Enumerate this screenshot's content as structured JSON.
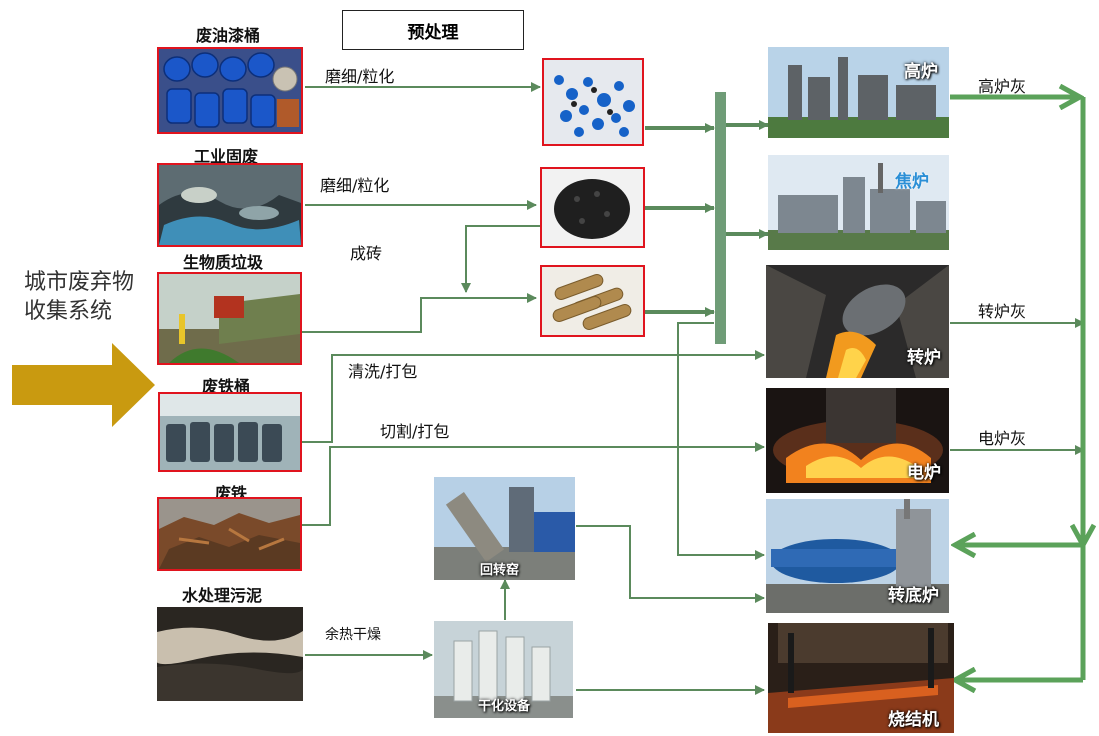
{
  "header": {
    "pretreatment_label": "预处理"
  },
  "source": {
    "label": "城市废弃物\n收集系统"
  },
  "wastes": {
    "oil_paint_drums": "废油漆桶",
    "industrial_solid_waste": "工业固废",
    "biomass_waste": "生物质垃圾",
    "waste_iron_drums": "废铁桶",
    "scrap_iron": "废铁",
    "water_treatment_sludge": "水处理污泥"
  },
  "processes": {
    "grind_1": "磨细/粒化",
    "grind_2": "磨细/粒化",
    "brick": "成砖",
    "wash_pack": "清洗/打包",
    "cut_pack": "切割/打包",
    "waste_heat_dry": "余热干燥"
  },
  "equipment": {
    "rotary_kiln": "回转窑",
    "drying_equipment": "干化设备"
  },
  "furnaces": {
    "blast_furnace": "高炉",
    "coke_oven": "焦炉",
    "converter": "转炉",
    "electric_furnace": "电炉",
    "rotary_hearth_furnace": "转底炉",
    "sintering_machine": "烧结机"
  },
  "dusts": {
    "blast_furnace_dust": "高炉灰",
    "converter_dust": "转炉灰",
    "electric_furnace_dust": "电炉灰"
  },
  "colors": {
    "arrow_green": "#5b8a5c",
    "return_arrow_green": "#5ba25a",
    "source_arrow_gold": "#c99a10",
    "photo_border_red": "#e0141e"
  }
}
